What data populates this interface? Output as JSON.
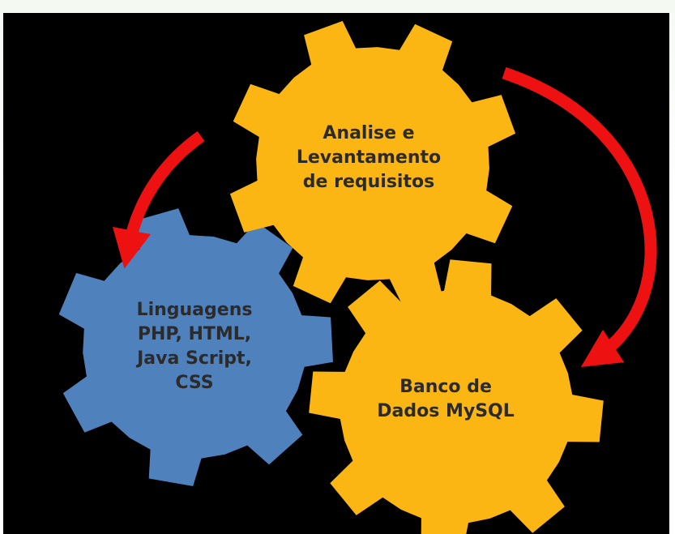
{
  "colors": {
    "background": "#000000",
    "gear_yellow": "#fbb614",
    "gear_blue": "#4f81bd",
    "arrow_red": "#ee1111",
    "label_text": "#2b2b2b"
  },
  "gears": {
    "requirements": {
      "icon": "gear-icon",
      "lines": [
        "Analise e",
        "Levantamento",
        "de requisitos"
      ]
    },
    "languages": {
      "icon": "gear-icon",
      "lines": [
        "Linguagens",
        "PHP, HTML,",
        "Java Script,",
        "CSS"
      ]
    },
    "database": {
      "icon": "gear-icon",
      "lines": [
        "Banco de",
        "Dados MySQL"
      ]
    }
  },
  "arrows": [
    {
      "name": "arrow-requirements-to-languages",
      "from": "requirements",
      "to": "languages"
    },
    {
      "name": "arrow-requirements-to-database",
      "from": "requirements",
      "to": "database"
    }
  ]
}
